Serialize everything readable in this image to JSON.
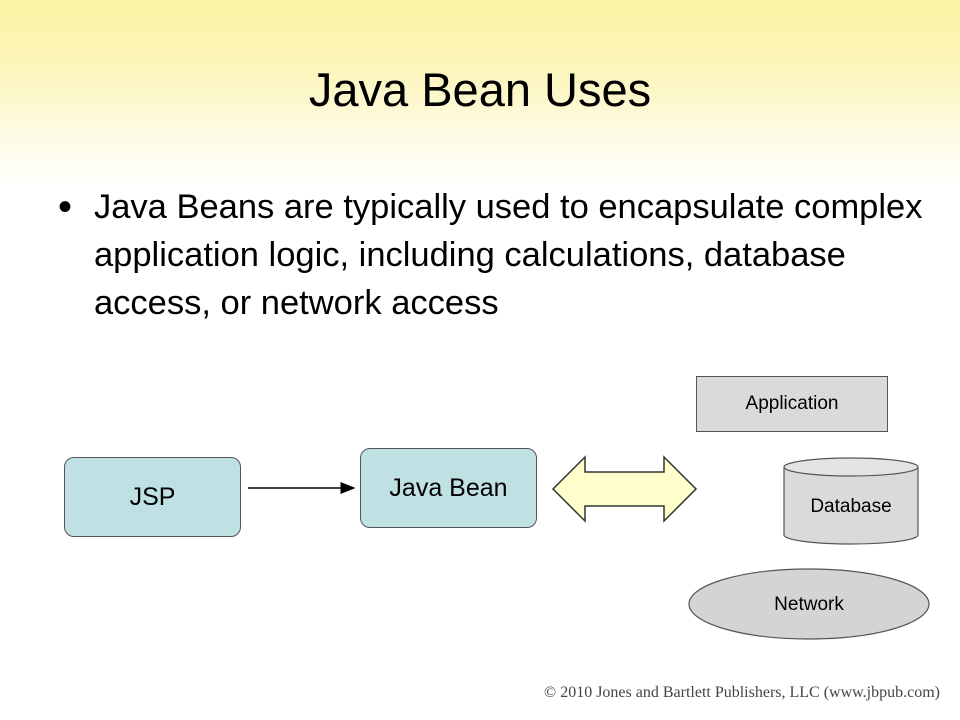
{
  "title": "Java Bean Uses",
  "bullet": {
    "marker": "•",
    "text": "Java Beans are typically used to encapsulate complex application logic, including calculations, database access, or network access"
  },
  "diagram": {
    "jsp": "JSP",
    "java_bean": "Java Bean",
    "application": "Application",
    "database": "Database",
    "network": "Network"
  },
  "colors": {
    "title_band": "#fbf3a3",
    "box_fill": "#bfe1e4",
    "arrow_fill": "#ffffcc",
    "gray_fill": "#dadada"
  },
  "footer": "© 2010 Jones and Bartlett Publishers, LLC (www.jbpub.com)"
}
